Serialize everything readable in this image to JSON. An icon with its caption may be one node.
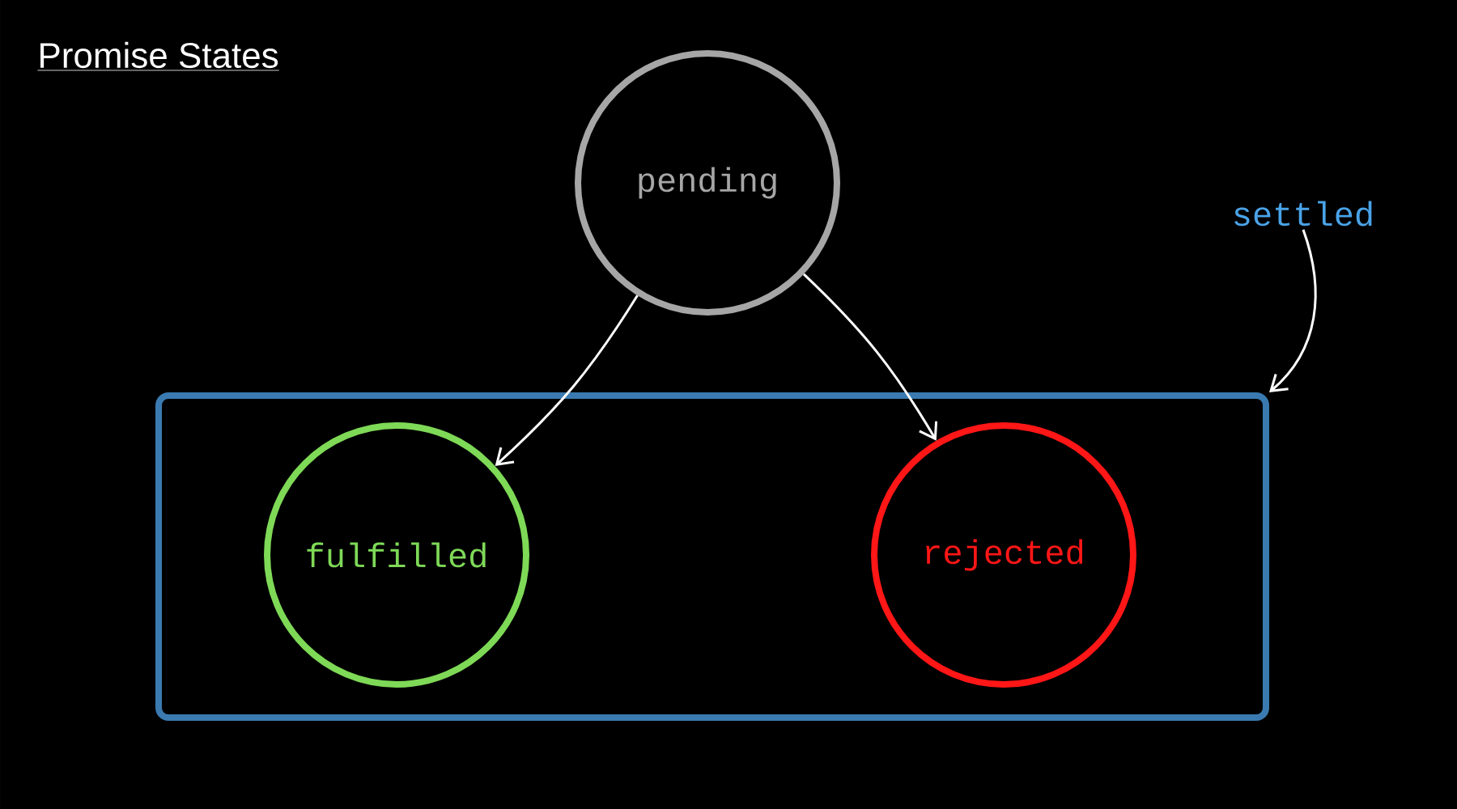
{
  "diagram": {
    "title": "Promise States",
    "nodes": [
      {
        "text": [
          "pending"
        ]
      },
      {
        "text": [],
        "shape": "box"
      },
      {
        "text": [
          "fulfilled"
        ],
        "in": 1
      },
      {
        "text": [
          "rejected"
        ],
        "in": 1
      },
      {
        "text": [
          "settled"
        ]
      }
    ],
    "edges": [
      {
        "from": 0,
        "to": 2,
        "arrow": "to"
      },
      {
        "from": 0,
        "to": 3,
        "arrow": "to"
      },
      {
        "from": 4,
        "to": 1,
        "arrow": "to"
      }
    ]
  }
}
